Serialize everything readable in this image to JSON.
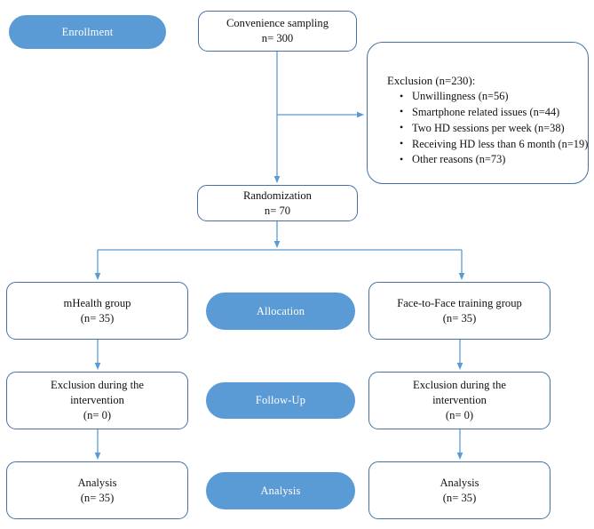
{
  "diagram": {
    "title": "CONSORT participant flow diagram",
    "colors": {
      "pill_fill": "#5B9BD5",
      "box_border": "#4472A4",
      "arrow": "#5B9BD5",
      "text": "#111111",
      "pill_text": "#FFFFFF",
      "background": "#FFFFFF"
    }
  },
  "stages": [
    {
      "label": "Enrollment"
    },
    {
      "label": "Allocation"
    },
    {
      "label": "Follow-Up"
    },
    {
      "label": "Analysis"
    }
  ],
  "nodes": {
    "convenience_sampling": {
      "line1": "Convenience sampling",
      "line2": "n= 300"
    },
    "randomization": {
      "line1": "Randomization",
      "line2": "n= 70"
    },
    "exclusion": {
      "title": "Exclusion (n=230):",
      "reasons": [
        "Unwillingness (n=56)",
        "Smartphone related issues (n=44)",
        "Two HD sessions per week (n=38)",
        "Receiving HD less than 6 month (n=19)",
        "Other reasons (n=73)"
      ]
    },
    "allocation_left": {
      "line1": "mHealth group",
      "line2": "(n= 35)"
    },
    "allocation_right": {
      "line1": "Face-to-Face training group",
      "line2": "(n= 35)"
    },
    "followup_left": {
      "line1": "Exclusion during the",
      "line2": "intervention",
      "line3": "(n= 0)"
    },
    "followup_right": {
      "line1": "Exclusion during the",
      "line2": "intervention",
      "line3": "(n= 0)"
    },
    "analysis_left": {
      "line1": "Analysis",
      "line2": "(n= 35)"
    },
    "analysis_right": {
      "line1": "Analysis",
      "line2": "(n= 35)"
    }
  }
}
